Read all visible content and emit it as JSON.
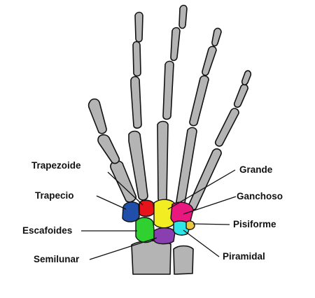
{
  "diagram": {
    "labels": {
      "trapezoide": "Trapezoide",
      "trapecio": "Trapecio",
      "escafoides": "Escafoides",
      "semilunar": "Semilunar",
      "grande": "Grande",
      "ganchoso": "Ganchoso",
      "pisiforme": "Pisiforme",
      "piramidal": "Piramidal"
    },
    "colors": {
      "bone": "#b4b4b4",
      "outline": "#111111",
      "trapezoide": "#e8121a",
      "trapecio": "#1f4fa8",
      "escafoides": "#2fd02f",
      "semilunar": "#8a3fb0",
      "grande": "#f2ec22",
      "ganchoso": "#e8187e",
      "pisiforme": "#e9c83a",
      "piramidal": "#2fe6e6"
    }
  }
}
